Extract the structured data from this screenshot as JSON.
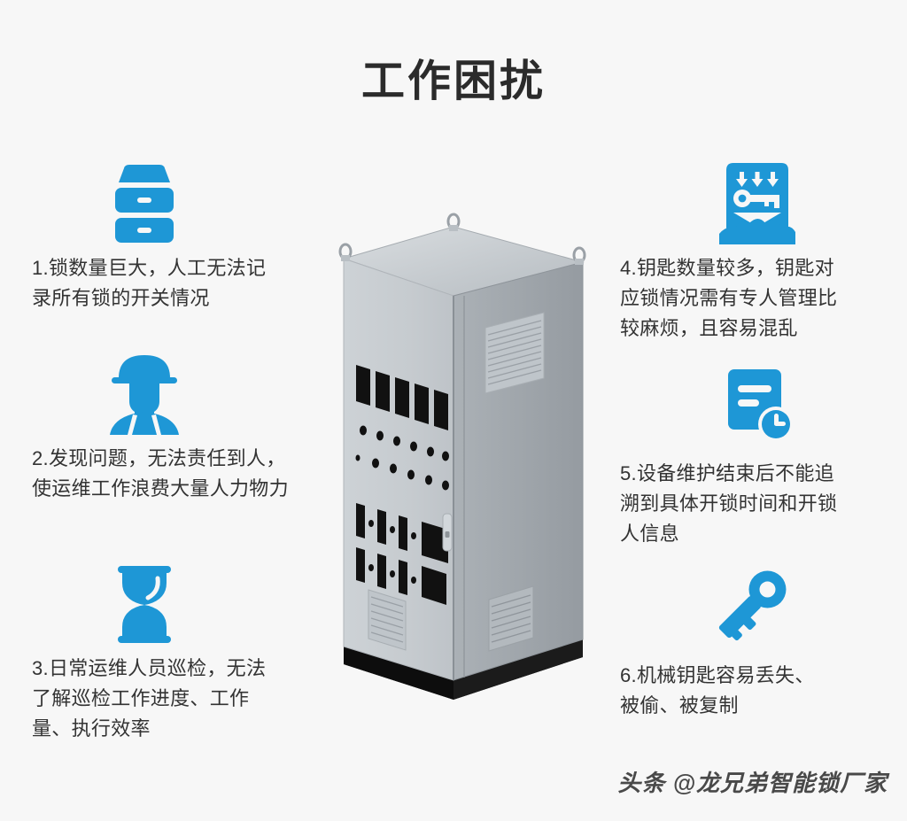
{
  "page": {
    "title": "工作困扰",
    "background_color": "#f7f7f7",
    "accent_color": "#1e97d6",
    "text_color": "#333333"
  },
  "left_column": {
    "items": [
      {
        "number": "1",
        "icon": "server-stack-icon",
        "text": "1.锁数量巨大，人工无法记\n录所有锁的开关情况"
      },
      {
        "number": "2",
        "icon": "worker-helmet-icon",
        "text": "2.发现问题，无法责任到人，\n使运维工作浪费大量人力物力"
      },
      {
        "number": "3",
        "icon": "hourglass-icon",
        "text": "3.日常运维人员巡检，无法\n了解巡检工作进度、工作\n量、执行效率"
      }
    ]
  },
  "right_column": {
    "items": [
      {
        "number": "4",
        "icon": "key-deposit-cloud-icon",
        "text": "4.钥匙数量较多，钥匙对\n应锁情况需有专人管理比\n较麻烦，且容易混乱"
      },
      {
        "number": "5",
        "icon": "document-clock-icon",
        "text": "5.设备维护结束后不能追\n溯到具体开锁时间和开锁\n人信息"
      },
      {
        "number": "6",
        "icon": "key-icon",
        "text": "6.机械钥匙容易丢失、\n被偷、被复制"
      }
    ]
  },
  "illustration": {
    "name": "electrical-control-cabinet",
    "description": "灰色电气控制柜",
    "body_color": "#c9ced2",
    "side_color": "#9da3a8",
    "base_color": "#151515",
    "cutouts_color": "#111111"
  },
  "watermark": {
    "text": "头条 @龙兄弟智能锁厂家"
  }
}
